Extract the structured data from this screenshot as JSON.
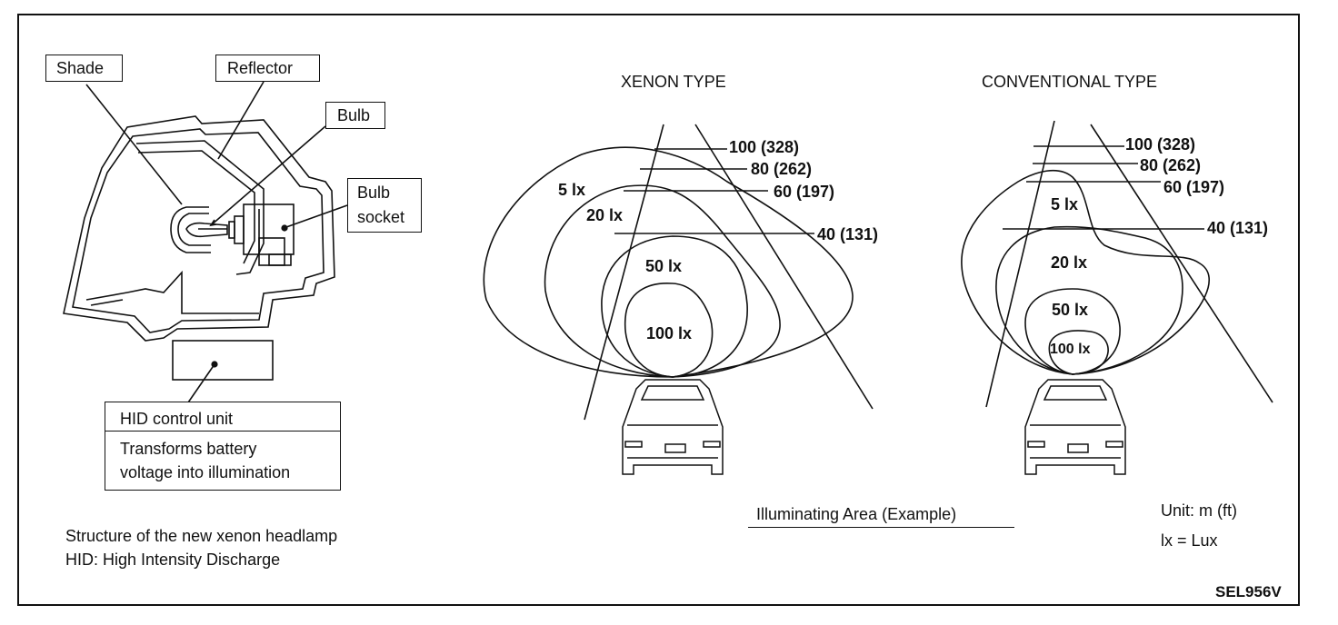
{
  "labels": {
    "shade": "Shade",
    "reflector": "Reflector",
    "bulb": "Bulb",
    "bulb_socket_line1": "Bulb",
    "bulb_socket_line2": "socket",
    "hid_title": "HID control unit",
    "hid_desc_line1": "Transforms battery",
    "hid_desc_line2": "voltage into illumination",
    "caption_line1": "Structure of the new xenon headlamp",
    "caption_line2": "HID: High Intensity Discharge"
  },
  "xenon": {
    "title": "XENON TYPE",
    "distances": [
      "100 (328)",
      "80 (262)",
      "60 (197)",
      "40 (131)"
    ],
    "zones": [
      "5 lx",
      "20 lx",
      "50 lx",
      "100 lx"
    ]
  },
  "conventional": {
    "title": "CONVENTIONAL TYPE",
    "distances": [
      "100 (328)",
      "80 (262)",
      "60 (197)",
      "40 (131)"
    ],
    "zones": [
      "5 lx",
      "20 lx",
      "50 lx",
      "100 lx"
    ]
  },
  "footer": {
    "area_caption": "Illuminating Area (Example)",
    "unit": "Unit: m (ft)",
    "lux": "lx = Lux",
    "code": "SEL956V"
  }
}
